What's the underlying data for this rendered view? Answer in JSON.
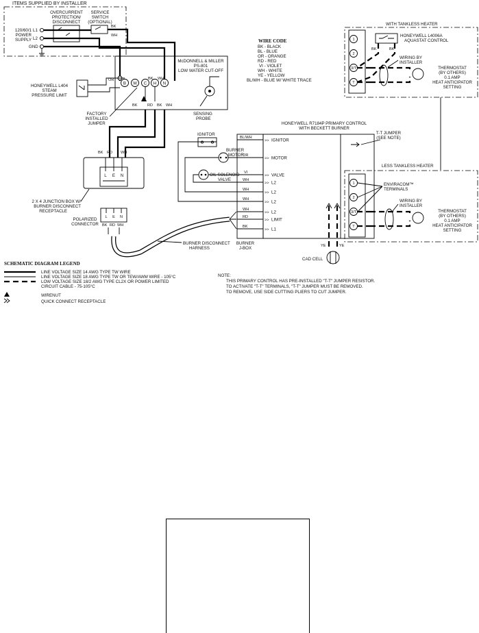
{
  "installer": {
    "title": "ITEMS SUPPLIED BY INSTALLER",
    "overcurrent": [
      "OVERCURRENT",
      "PROTECTION/",
      "DISCONNECT"
    ],
    "service_switch": [
      "SERVICE",
      "SWITCH",
      "(OPTIONAL)"
    ],
    "power_supply": [
      "120/60/1",
      "POWER",
      "SUPPLY"
    ],
    "l1": "L1",
    "l2": "L2",
    "gnd": "GND",
    "bk": "BK",
    "wh": "WH"
  },
  "lwco": {
    "title": [
      "McDONNELL & MILLER",
      "PS-801",
      "LOW WATER CUT-OFF"
    ],
    "terminals": [
      "B",
      "W",
      "C",
      "H",
      "N"
    ],
    "or": "OR",
    "bk": "BK",
    "rd": "RD",
    "wh": "WH",
    "sensing_probe": [
      "SENSING",
      "PROBE"
    ],
    "factory_jumper": [
      "FACTORY",
      "INSTALLED",
      "JUMPER"
    ]
  },
  "l404": [
    "HONEYWELL L404",
    "STEAM",
    "PRESSURE LIMIT"
  ],
  "junction_box": {
    "wires": [
      "BK",
      "RD",
      "WH"
    ],
    "terminals": [
      "L",
      "E",
      "N"
    ],
    "label": [
      "2 X 4 JUNCTION BOX W/",
      "BURNER DISCONNECT",
      "RECEPTACLE"
    ]
  },
  "connector": {
    "label": [
      "POLARIZED",
      "CONNECTOR"
    ],
    "pins": [
      "L",
      "E",
      "N"
    ],
    "wires": [
      "BK",
      "RD",
      "WH"
    ],
    "harness": [
      "BURNER DISCONNECT",
      "HARNESS"
    ]
  },
  "wire_code": {
    "title": "WIRE CODE",
    "entries": [
      "BK - BLACK",
      "BL - BLUE",
      "OR - ORANGE",
      "RD - RED",
      "VI - VIOLET",
      "WH - WHITE",
      "YE - YELLOW",
      "BL/WH - BLUE W/ WHITE TRACE"
    ]
  },
  "burner": {
    "ignitor": "IGNITOR",
    "burner_motor": [
      "BURNER",
      "MOTOR"
    ],
    "oil_valve": [
      "OIL SOLENOID",
      "VALVE"
    ],
    "jbox": [
      "BURNER",
      "J-BOX"
    ],
    "wires": [
      "BL/WH",
      "OR",
      "VI",
      "WH",
      "WH",
      "WH",
      "WH",
      "RD",
      "BK"
    ]
  },
  "primary": {
    "title": [
      "HONEYWELL R7184P PRIMARY CONTROL",
      "WITH BECKETT BURNER"
    ],
    "terminals": [
      "IGNITOR",
      "MOTOR",
      "VALVE",
      "L2",
      "L2",
      "L2",
      "L2",
      "LIMIT",
      "L1"
    ],
    "tt_jumper": [
      "T-T JUMPER",
      "(SEE NOTE)"
    ],
    "cad_cell": "CAD CELL",
    "ye": "YE"
  },
  "tankless": {
    "title": "WITH TANKLESS HEATER",
    "aquastat": [
      "HONEYWELL L4006A",
      "AQUASTAT CONTROL"
    ],
    "bk": "BK",
    "terminals": [
      "1",
      "2",
      "3/T",
      "T"
    ],
    "wiring": [
      "WIRING BY",
      "INSTALLER"
    ],
    "thermostat": [
      "THERMOSTAT",
      "(BY OTHERS)",
      "0.1 AMP",
      "HEAT ANTICIPATOR",
      "SETTING"
    ]
  },
  "less_tankless": {
    "title": "LESS TANKLESS HEATER",
    "terminals": [
      "1",
      "2",
      "3/T",
      "T"
    ],
    "enviracom": [
      "ENVIRACOM™",
      "TERMINALS"
    ],
    "wiring": [
      "WIRING BY",
      "INSTALLER"
    ],
    "thermostat": [
      "THERMOSTAT",
      "(BY OTHERS)",
      "0.1 AMP",
      "HEAT ANTICIPATOR",
      "SETTING"
    ]
  },
  "legend": {
    "title": "SCHEMATIC DIAGRAM LEGEND",
    "items": [
      "LINE VOLTAGE SIZE 14 AWG TYPE TW WIRE",
      "LINE VOLTAGE SIZE 18 AWG TYPE TW OR TEW/AWM WIRE - 105°C",
      "LOW VOLTAGE SIZE 18/2 AWG TYPE CL2X OR POWER LIMITED",
      "CIRCUIT CABLE - 75-105°C",
      "WIRENUT",
      "QUICK CONNECT RECEPTACLE"
    ]
  },
  "note": {
    "title": "NOTE:",
    "lines": [
      "THIS PRIMARY CONTROL HAS PRE-INSTALLED \"T-T\" JUMPER RESISTOR.",
      "TO ACTIVATE \"T-T\" TERMINALS, \"T-T\" JUMPER MUST BE REMOVED.",
      "TO REMOVE, USE SIDE CUTTING PLIERS TO CUT JUMPER."
    ]
  }
}
